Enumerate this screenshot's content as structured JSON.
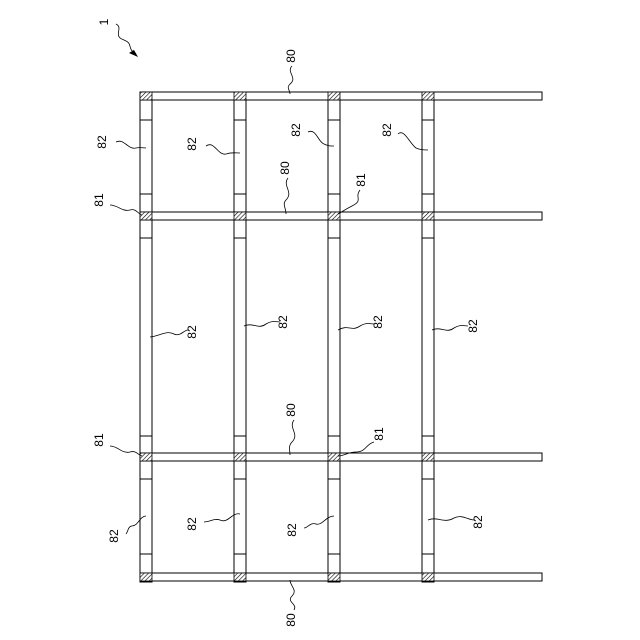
{
  "figure_ref": "1",
  "labels": {
    "rail": "80",
    "joint": "81",
    "post": "82"
  }
}
